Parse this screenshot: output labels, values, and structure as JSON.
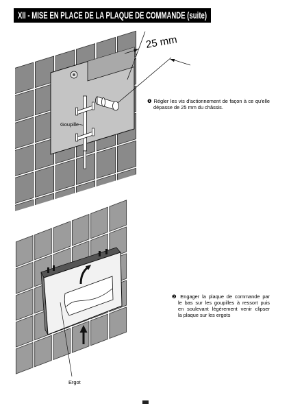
{
  "header": {
    "title": "XII - MISE EN PLACE DE LA PLAQUE DE COMMANDE (suite)"
  },
  "figure_chassis": {
    "dimension_label": "25 mm",
    "pin_label": "Goupille"
  },
  "step1": {
    "lines": [
      "❶ Régler les vis d'actionnement de façon à ce qu'elle",
      "dépasse de 25 mm du châssis."
    ]
  },
  "figure_plate": {
    "lug_label": "Ergot"
  },
  "step2": {
    "lines": [
      "❷ Engager la plaque de commande par",
      "le bas sur les goupilles à ressort puis",
      "en soulevant légèrement venir clipser",
      "la plaque sur les ergots"
    ]
  },
  "colors": {
    "header_bg": "#000000",
    "header_text": "#ffffff",
    "tile_upper": "#8a8a8a",
    "tile_lower": "#9c9c9c",
    "panel": "#c4c4c4",
    "ink": "#111111"
  }
}
